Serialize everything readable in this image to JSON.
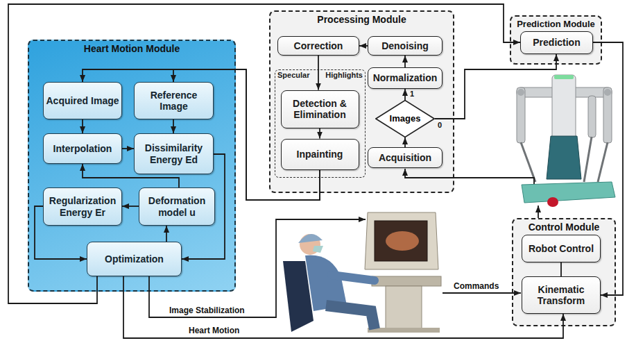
{
  "diagram": {
    "nodes": [
      {
        "text": [
          "Heart Motion Module"
        ]
      },
      {
        "text": [
          "Acquired Image"
        ],
        "in": 0
      },
      {
        "text": [
          "Reference Image"
        ],
        "in": 0
      },
      {
        "text": [
          "Interpolation"
        ],
        "in": 0
      },
      {
        "text": [
          "Dissimilarity Energy Ed"
        ],
        "in": 0
      },
      {
        "text": [
          "Regularization Energy Er"
        ],
        "in": 0
      },
      {
        "text": [
          "Deformation model u"
        ],
        "in": 0
      },
      {
        "text": [
          "Optimization"
        ],
        "in": 0
      },
      {
        "text": [
          "Processing Module"
        ]
      },
      {
        "text": [
          "Correction"
        ],
        "in": 8
      },
      {
        "text": [
          "Denoising"
        ],
        "in": 8
      },
      {
        "text": [
          "Specular",
          "Highlights"
        ],
        "in": 8
      },
      {
        "text": [
          "Normalization"
        ],
        "in": 8
      },
      {
        "text": [
          "Detection & Elimination"
        ],
        "in": 11
      },
      {
        "text": [
          "Images"
        ],
        "in": 8
      },
      {
        "text": [
          "Inpainting"
        ],
        "in": 11
      },
      {
        "text": [
          "Acquisition"
        ],
        "in": 8
      },
      {
        "text": [
          "Prediction Module"
        ]
      },
      {
        "text": [
          "Prediction"
        ],
        "in": 17
      },
      {
        "text": [
          "Control Module"
        ]
      },
      {
        "text": [
          "Robot Control"
        ],
        "in": 19
      },
      {
        "text": [
          "Kinematic Transform"
        ],
        "in": 19
      }
    ],
    "edges": [
      {
        "from": 16,
        "to": 14,
        "arrow": "to"
      },
      {
        "from": 14,
        "to": 12,
        "arrow": "to",
        "label": "1"
      },
      {
        "from": 12,
        "to": 10,
        "arrow": "to"
      },
      {
        "from": 10,
        "to": 9,
        "arrow": "to"
      },
      {
        "from": 9,
        "to": 13,
        "arrow": "to"
      },
      {
        "from": 13,
        "to": 15,
        "arrow": "to"
      },
      {
        "from": 15,
        "to": 1,
        "arrow": "to"
      },
      {
        "from": 15,
        "to": 2,
        "arrow": "to"
      },
      {
        "from": 1,
        "to": 3,
        "arrow": "to"
      },
      {
        "from": 2,
        "to": 4,
        "arrow": "to"
      },
      {
        "from": 3,
        "to": 4,
        "arrow": "to"
      },
      {
        "from": 6,
        "to": 3,
        "arrow": "to"
      },
      {
        "from": 6,
        "to": 5,
        "arrow": "to"
      },
      {
        "from": 5,
        "to": 7,
        "arrow": "to"
      },
      {
        "from": 4,
        "to": 7,
        "arrow": "to"
      },
      {
        "from": 7,
        "to": 6,
        "arrow": "to"
      },
      {
        "from": 7,
        "to": 18,
        "arrow": "to"
      },
      {
        "from": 18,
        "to": 21,
        "arrow": "to"
      },
      {
        "from": 21,
        "to": 20,
        "arrow": "to"
      },
      {
        "from": 7,
        "to": 21,
        "arrow": "to",
        "label": "Heart Motion"
      },
      {
        "from": 14,
        "to": 18,
        "arrow": "to",
        "label": "0"
      }
    ],
    "labels": [
      "Image Stabilization",
      "Commands"
    ]
  }
}
